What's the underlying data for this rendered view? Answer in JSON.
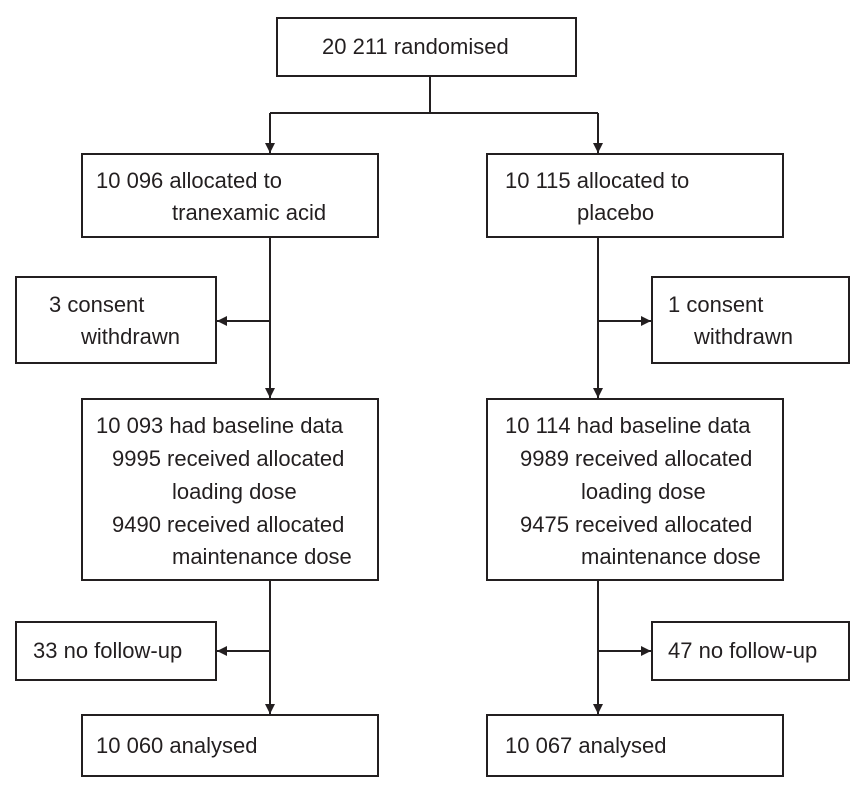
{
  "top": {
    "text": "20 211 randomised"
  },
  "left": {
    "allocated": {
      "line1": "10 096 allocated to",
      "line2": "tranexamic acid"
    },
    "withdrawn": {
      "line1": "3 consent",
      "line2": "withdrawn"
    },
    "baseline": {
      "line1": "10 093 had baseline data",
      "line2": "9995 received allocated",
      "line3": "loading dose",
      "line4": "9490 received allocated",
      "line5": "maintenance dose"
    },
    "followup": {
      "text": "33 no follow-up"
    },
    "analysed": {
      "text": "10 060 analysed"
    }
  },
  "right": {
    "allocated": {
      "line1": "10 115 allocated to",
      "line2": "placebo"
    },
    "withdrawn": {
      "line1": "1 consent",
      "line2": "withdrawn"
    },
    "baseline": {
      "line1": "10 114 had baseline data",
      "line2": "9989 received allocated",
      "line3": "loading dose",
      "line4": "9475 received allocated",
      "line5": "maintenance dose"
    },
    "followup": {
      "text": "47 no follow-up"
    },
    "analysed": {
      "text": "10 067 analysed"
    }
  }
}
